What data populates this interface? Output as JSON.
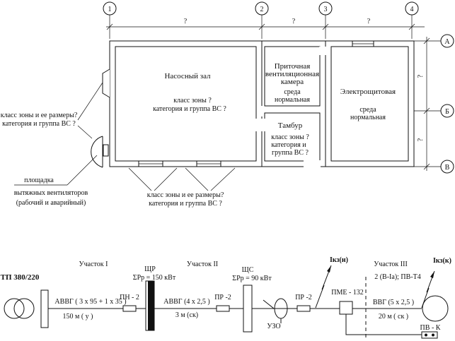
{
  "plan": {
    "axes": {
      "a1": "1",
      "a2": "2",
      "a3": "3",
      "a4": "4",
      "rA": "А",
      "rB": "Б",
      "rV": "В"
    },
    "dims": {
      "d12": "?",
      "d23": "?",
      "d34": "?",
      "dAB": "?",
      "dBV": "?"
    },
    "pump_hall": {
      "title": "Насосный зал",
      "line1": "класс зоны ?",
      "line2": "категория и группа ВС ?"
    },
    "supply_vent": {
      "line1": "Приточная",
      "line2": "вентиляционная",
      "line3": "камера",
      "env1": "среда",
      "env2": "нормальная"
    },
    "vestibule": {
      "title": "Тамбур",
      "line1": "класс зоны ?",
      "line2": "категория и",
      "line3": "группа ВС ?"
    },
    "switchgear": {
      "title": "Электрощитовая",
      "env1": "среда",
      "env2": "нормальная"
    },
    "left_note": {
      "line1": "класс зоны и ее размеры?",
      "line2": "категория и группа ВС ?"
    },
    "platform": {
      "line1": "площадка",
      "line2": "вытяжных вентиляторов",
      "line3": "(рабочий и аварийный)"
    },
    "bottom_note": {
      "line1": "класс зоны и ее размеры?",
      "line2": "категория и группа ВС ?"
    }
  },
  "scheme": {
    "tp": "ТП 380/220",
    "sec1": "Участок I",
    "sec2": "Участок II",
    "sec3": "Участок III",
    "cable1": "АВВГ  ( 3 x 95 + 1 x 35 )",
    "len1": "150 м   ( у )",
    "pn2": "ПН - 2",
    "shr": "ЩР",
    "p1": "ΣPр = 150 кВт",
    "cable2": "АВВГ  (4 x 2,5 )",
    "len2": "3 м  (ск)",
    "pr2a": "ПР -2",
    "shs": "ЩС",
    "p2": "ΣPр = 90 кВт",
    "uzo": "УЗО",
    "pr2b": "ПР -2",
    "ik1": "Iкз(н)",
    "pme": "ПМЕ - 132",
    "zone": "2 (В-Iа); ПВ-Т4",
    "cable3": "ВВГ  (5 x 2,5 )",
    "len3": "20 м   ( ск )",
    "ik2": "Iкз(к)",
    "pvk": "ПВ - К"
  }
}
